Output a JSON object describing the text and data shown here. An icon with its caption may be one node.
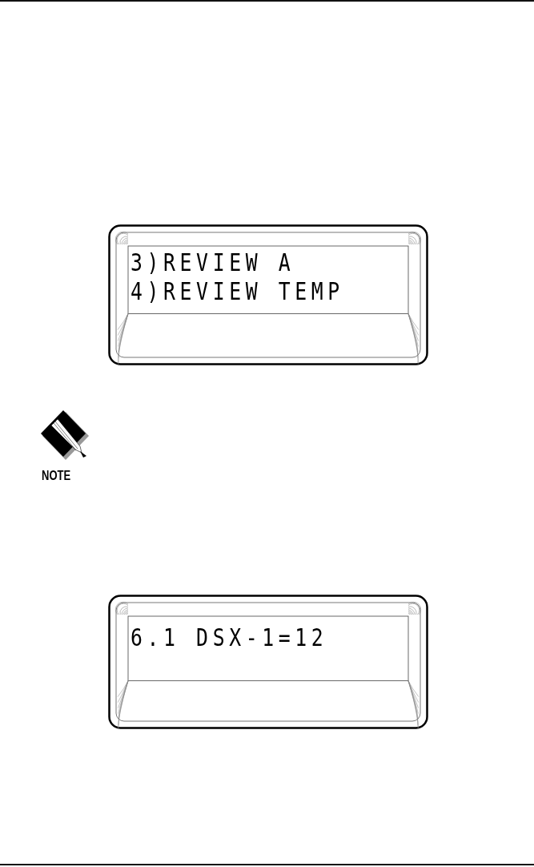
{
  "diagram": {
    "nodes": [
      {
        "text": [
          "3)REVIEW A",
          "4)REVIEW TEMP"
        ]
      },
      {
        "text": [
          "6.1 DSX-1=12"
        ]
      }
    ],
    "labels": [
      "NOTE"
    ]
  }
}
